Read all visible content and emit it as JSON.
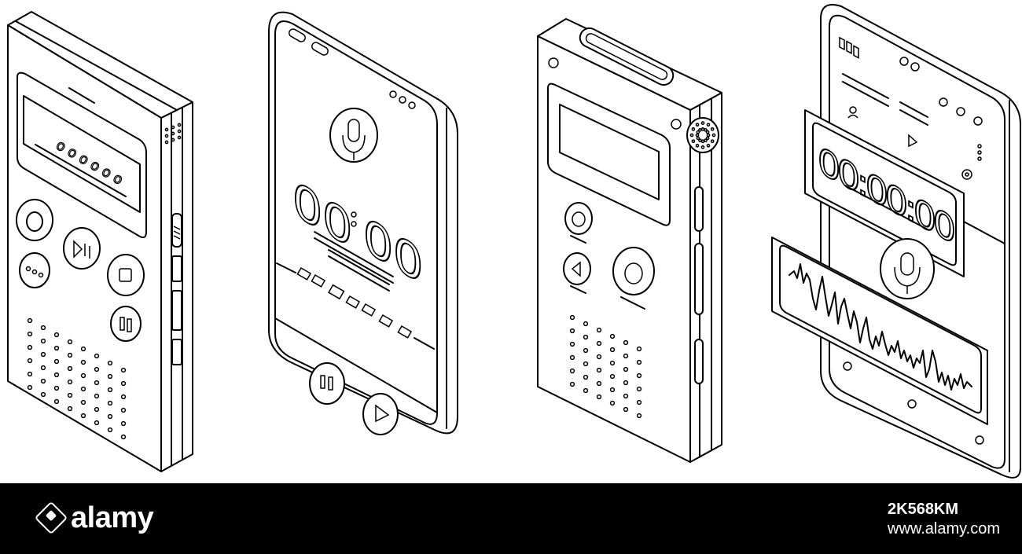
{
  "illustration": {
    "devices": [
      {
        "name": "voice-recorder-classic",
        "display_dots": "o o o   o o o"
      },
      {
        "name": "smartphone-recorder-app",
        "time_minutes": "00",
        "time_seconds": "00"
      },
      {
        "name": "voice-recorder-compact"
      },
      {
        "name": "smartphone-recorder-waveform",
        "timer": "00:00:00"
      }
    ],
    "icons": [
      "microphone-icon",
      "play-icon",
      "pause-icon",
      "stop-icon",
      "record-icon",
      "gear-icon",
      "play-pause-icon",
      "menu-dots-icon"
    ],
    "colors": {
      "line": "#000000",
      "fill": "#ffffff",
      "banner": "#000000"
    }
  },
  "watermark": {
    "brand": "alamy",
    "image_id": "2K568KM",
    "url": "www.alamy.com"
  }
}
